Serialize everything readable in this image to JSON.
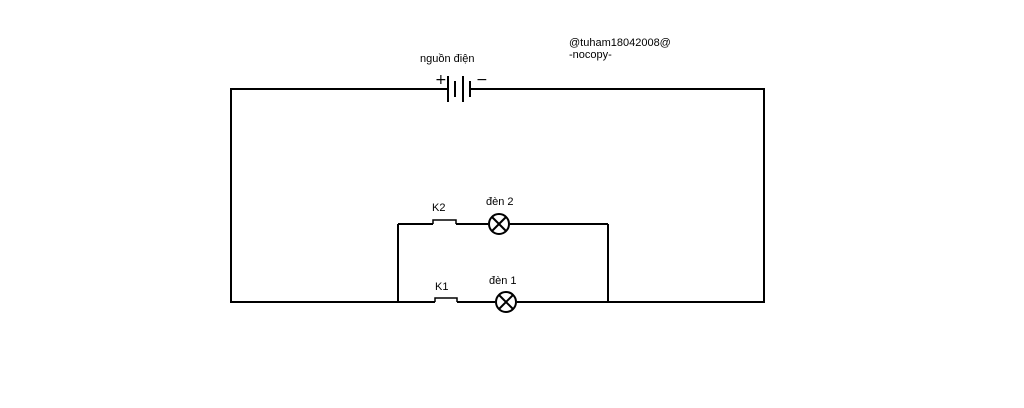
{
  "labels": {
    "source": "nguồn điện",
    "plus": "+",
    "minus": "−",
    "watermark_line1": "@tuham18042008@",
    "watermark_line2": "-nocopy-",
    "switch_k2": "K2",
    "switch_k1": "K1",
    "lamp_2": "đèn 2",
    "lamp_1": "đèn 1"
  }
}
